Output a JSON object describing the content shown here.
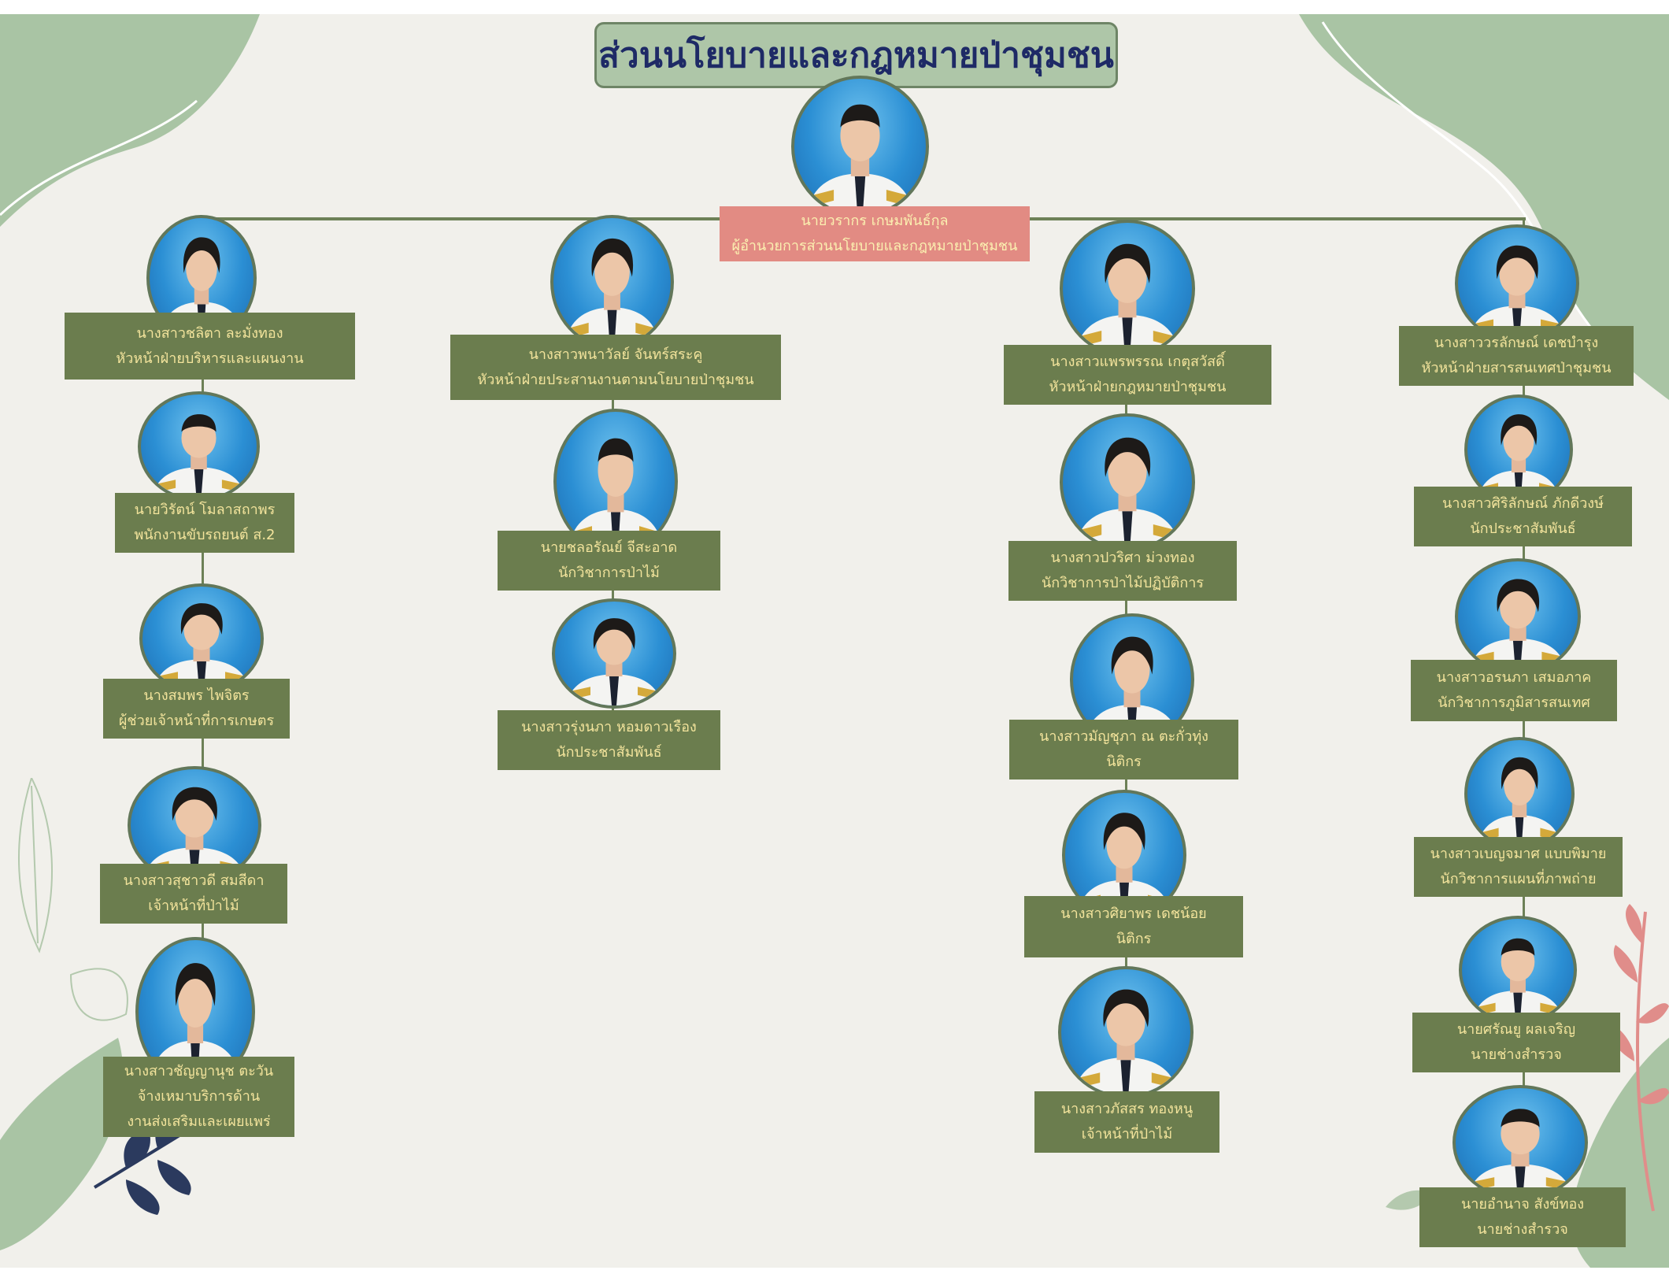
{
  "title": "ส่วนนโยบายและกฎหมายป่าชุมชน",
  "director": {
    "name": "นายวรากร เกษมพันธ์กุล",
    "position": "ผู้อำนวยการส่วนนโยบายและกฎหมายป่าชุมชน",
    "lines": [],
    "gender": "m"
  },
  "columns": [
    {
      "members": [
        {
          "name": "นางสาวชลิตา ละมั่งทอง",
          "position": "หัวหน้าฝ่ายบริหารและแผนงาน",
          "lines": [],
          "gender": "f"
        },
        {
          "name": "นายวิรัตน์ โมลาสถาพร",
          "position": "พนักงานขับรถยนต์ ส.2",
          "lines": [],
          "gender": "m"
        },
        {
          "name": "นางสมพร ไพจิตร",
          "position": "ผู้ช่วยเจ้าหน้าที่การเกษตร",
          "lines": [],
          "gender": "f"
        },
        {
          "name": "นางสาวสุชาวดี สมสีดา",
          "position": "เจ้าหน้าที่ป่าไม้",
          "lines": [],
          "gender": "f"
        },
        {
          "name": "นางสาวชัญญานุช ตะวัน",
          "position": "",
          "lines": [
            "จ้างเหมาบริการด้าน",
            "งานส่งเสริมและเผยแพร่"
          ],
          "gender": "f"
        }
      ]
    },
    {
      "members": [
        {
          "name": "นางสาวพนาวัลย์  จันทร์สระคู",
          "position": "หัวหน้าฝ่ายประสานงานตามนโยบายป่าชุมชน",
          "lines": [],
          "gender": "f"
        },
        {
          "name": "นายชลอรัณย์ จีสะอาด",
          "position": "นักวิชาการป่าไม้",
          "lines": [],
          "gender": "m"
        },
        {
          "name": "นางสาวรุ่งนภา  หอมดาวเรือง",
          "position": "นักประชาสัมพันธ์",
          "lines": [],
          "gender": "f"
        }
      ]
    },
    {
      "members": [
        {
          "name": "นางสาวแพรพรรณ เกตุสวัสดิ์",
          "position": "หัวหน้าฝ่ายกฎหมายป่าชุมชน",
          "lines": [],
          "gender": "f"
        },
        {
          "name": "นางสาวปวริศา ม่วงทอง",
          "position": "นักวิชาการป่าไม้ปฏิบัติการ",
          "lines": [],
          "gender": "f"
        },
        {
          "name": "นางสาวมัญชุภา ณ ตะกั่วทุ่ง",
          "position": "นิติกร",
          "lines": [],
          "gender": "f"
        },
        {
          "name": "นางสาวศิยาพร  เดชน้อย",
          "position": "นิติกร",
          "lines": [],
          "gender": "f"
        },
        {
          "name": "นางสาวภัสสร ทองหนู",
          "position": "เจ้าหน้าที่ป่าไม้",
          "lines": [],
          "gender": "f"
        }
      ]
    },
    {
      "members": [
        {
          "name": "นางสาววรลักษณ์ เดชบำรุง",
          "position": "หัวหน้าฝ่ายสารสนเทศป่าชุมชน",
          "lines": [],
          "gender": "f"
        },
        {
          "name": "นางสาวศิริลักษณ์ ภักดีวงษ์",
          "position": "นักประชาสัมพันธ์",
          "lines": [],
          "gender": "f"
        },
        {
          "name": "นางสาวอรนภา เสมอภาค",
          "position": "นักวิชาการภูมิสารสนเทศ",
          "lines": [],
          "gender": "f"
        },
        {
          "name": "นางสาวเบญจมาศ แบบพิมาย",
          "position": "นักวิชาการแผนที่ภาพถ่าย",
          "lines": [],
          "gender": "f"
        },
        {
          "name": "นายศรัณยู ผลเจริญ",
          "position": "นายช่างสำรวจ",
          "lines": [],
          "gender": "m"
        },
        {
          "name": "นายอำนาจ สังข์ทอง",
          "position": "นายช่างสำรวจ",
          "lines": [],
          "gender": "m"
        }
      ]
    }
  ],
  "colors": {
    "card": "#6b7d4e",
    "card_text": "#f3e49c",
    "head_card": "#e28b83",
    "title_bg": "#aec6a8",
    "title_text": "#1e2a66",
    "line": "#6d8157"
  }
}
